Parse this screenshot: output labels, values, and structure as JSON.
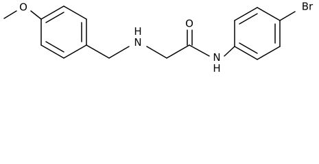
{
  "molecule": {
    "atoms": {
      "methoxy_o": "O",
      "amine_nh": "H\nN",
      "carbonyl_o": "O",
      "amide_nh": "N\nH",
      "bromine": "Br"
    }
  }
}
